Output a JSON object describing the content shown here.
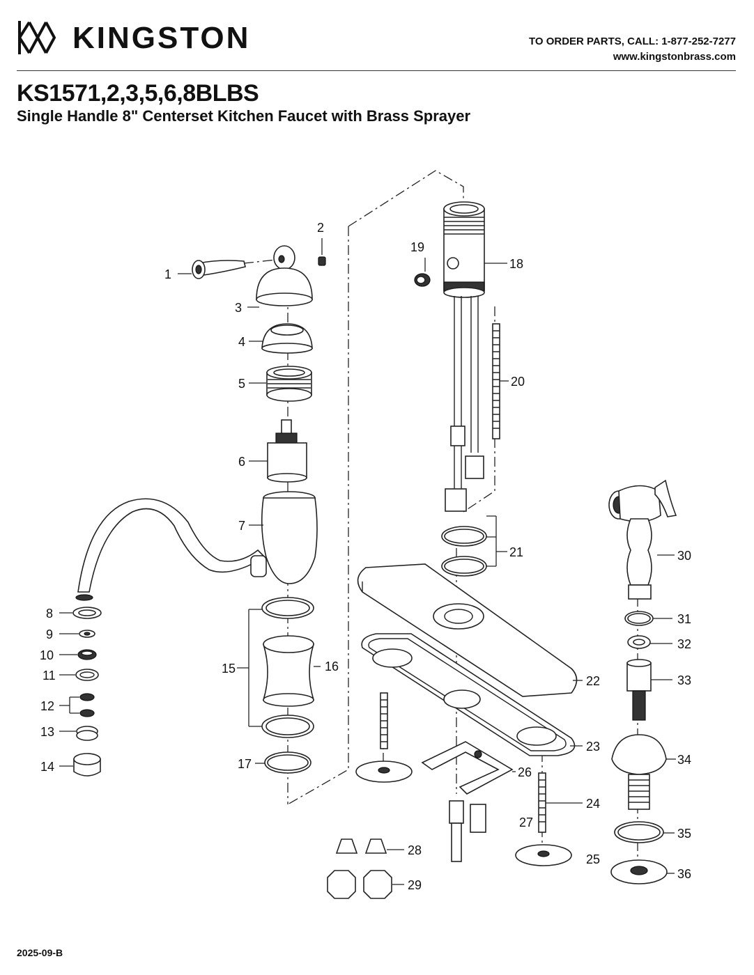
{
  "header": {
    "brand": "KINGSTON",
    "order_line": "TO ORDER PARTS, CALL: 1-877-252-7277",
    "website": "www.kingstonbrass.com"
  },
  "product": {
    "model": "KS1571,2,3,5,6,8BLBS",
    "description": "Single Handle 8\" Centerset Kitchen Faucet with Brass Sprayer"
  },
  "part_numbers": [
    "1",
    "2",
    "3",
    "4",
    "5",
    "6",
    "7",
    "8",
    "9",
    "10",
    "11",
    "12",
    "13",
    "14",
    "15",
    "16",
    "17",
    "18",
    "19",
    "20",
    "21",
    "22",
    "23",
    "24",
    "25",
    "26",
    "27",
    "28",
    "29",
    "30",
    "31",
    "32",
    "33",
    "34",
    "35",
    "36"
  ],
  "footer": {
    "doc_code": "2025-09-B"
  },
  "colors": {
    "ink": "#111111",
    "background": "#ffffff"
  }
}
